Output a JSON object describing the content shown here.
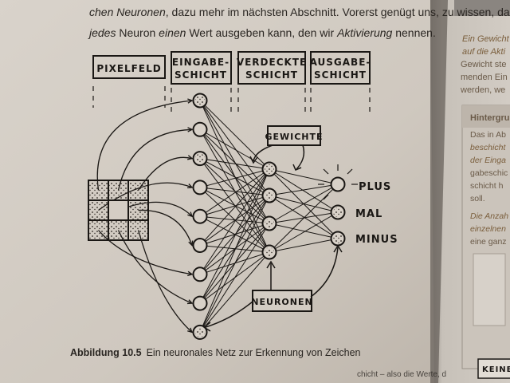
{
  "page": {
    "text_line1": {
      "italic_start": "chen Neuronen",
      "rest": ", dazu mehr im nächsten Abschnitt. Vorerst genügt uns, zu wissen, dass"
    },
    "text_line2": {
      "italic_start": "jedes",
      "mid1": " Neuron ",
      "italic_mid": "einen",
      "mid2": " Wert ausgeben kann, den wir ",
      "italic_end": "Aktivierung",
      "rest": " nennen."
    },
    "caption": {
      "label": "Abbildung 10.5",
      "text": "Ein neuronales Netz zur Erkennung von Zeichen"
    },
    "bottom_fragment": "chicht – also die Werte, d"
  },
  "diagram": {
    "column_labels": [
      {
        "line1": "PIXELFELD",
        "line2": ""
      },
      {
        "line1": "EINGABE-",
        "line2": "SCHICHT"
      },
      {
        "line1": "VERDECKTE",
        "line2": "SCHICHT"
      },
      {
        "line1": "AUSGABE-",
        "line2": "SCHICHT"
      }
    ],
    "callout_weights": "GEWICHTE",
    "callout_neurons": "NEURONEN",
    "outputs": [
      "PLUS",
      "MAL",
      "MINUS"
    ],
    "input_neurons": 9,
    "hidden_neurons": 4,
    "output_neurons": 3,
    "pixel_grid": {
      "rows": 3,
      "cols": 3
    }
  },
  "right_page": {
    "lines": [
      "Ein Gewicht",
      "auf die Akti",
      "Gewicht ste",
      "menden Ein",
      "werden, we"
    ],
    "box_title": "Hintergru",
    "box_lines": [
      "Das in Ab",
      "beschicht",
      "der Einga",
      "gabeschic",
      "schicht h",
      "soll.",
      "Die Anzah",
      "einzelnen",
      "eine ganz"
    ],
    "tag": "KEINE"
  }
}
